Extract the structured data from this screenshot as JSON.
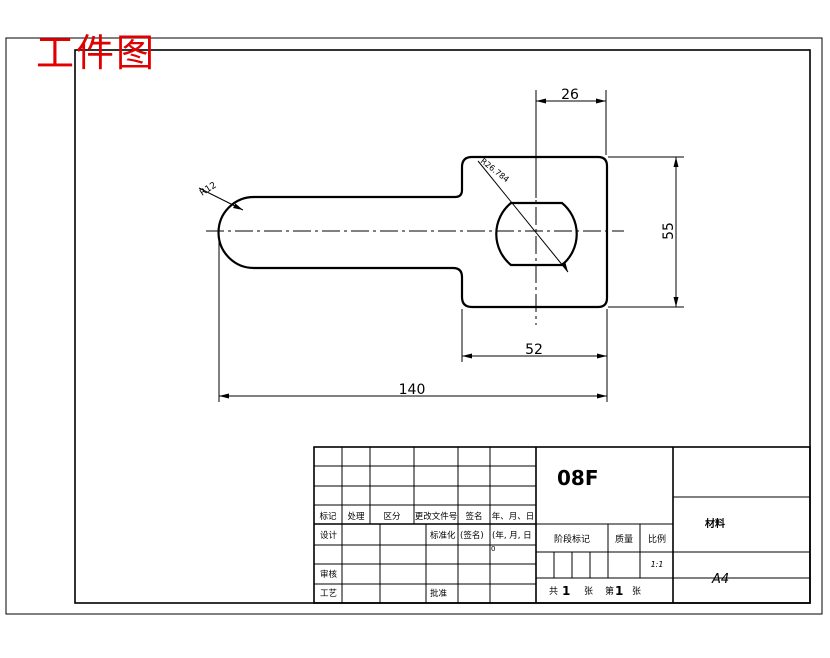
{
  "page_title": "工件图",
  "drawing": {
    "dimensions": {
      "width_top": "26",
      "height_right": "55",
      "width_bottom": "52",
      "overall_length": "140",
      "radius_left": "R12",
      "hole_note": "R26.784"
    }
  },
  "title_block": {
    "part_number": "08F",
    "material": "材料",
    "sheet_size": "A4",
    "scale": "1:1",
    "scale_header": "比例",
    "weight_header": "质量",
    "stage_header": "阶段标记",
    "revision_headers": [
      "标记",
      "处理",
      "区分",
      "更改文件号",
      "签名",
      "年、月、日"
    ],
    "row_design": "设计",
    "row_standardize": "标准化",
    "signature_paren": "(签名)",
    "date_paren": "(年, 月, 日",
    "row_review": "审核",
    "row_process": "工艺",
    "row_approve": "批准",
    "sheets_total_label": "共",
    "sheets_total": "1",
    "sheets_unit": "张",
    "sheet_no_label": "第",
    "sheet_no": "1",
    "sheet_no_unit": "张",
    "small_mark": "0"
  },
  "colors": {
    "line": "#000000",
    "title_red": "#e00000"
  }
}
